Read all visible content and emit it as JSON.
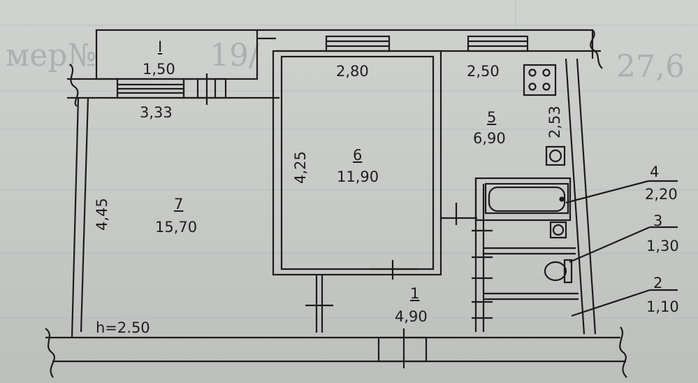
{
  "background_text": {
    "left": "мер№",
    "middle": "19/",
    "right": "27,6"
  },
  "rooms": [
    {
      "number": "I",
      "area": "1,50"
    },
    {
      "number": "6",
      "area": "11,90"
    },
    {
      "number": "5",
      "area": "6,90"
    },
    {
      "number": "7",
      "area": "15,70"
    },
    {
      "number": "1",
      "area": "4,90"
    },
    {
      "number": "4",
      "area": "2,20"
    },
    {
      "number": "3",
      "area": "1,30"
    },
    {
      "number": "2",
      "area": "1,10"
    }
  ],
  "dimensions": {
    "hall_width": "3,33",
    "room6_width": "2,80",
    "kitchen_width": "2,50",
    "room6_depth": "4,25",
    "room7_depth": "4,45",
    "kitchen_depth": "2,53"
  },
  "ceiling_height": "h=2.50"
}
